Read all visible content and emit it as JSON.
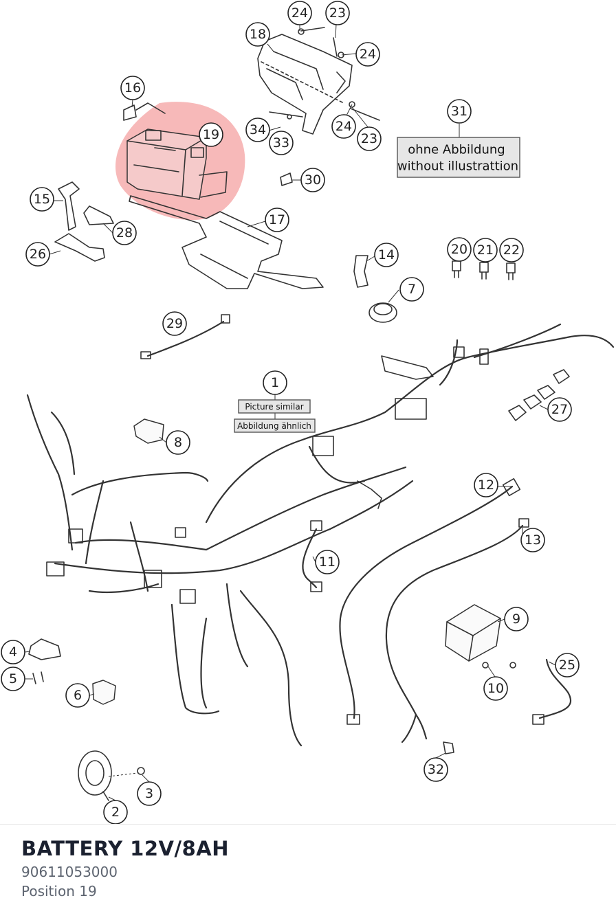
{
  "diagram": {
    "highlight_color": "#f08080",
    "callouts": [
      {
        "id": "c24a",
        "label": "24"
      },
      {
        "id": "c23a",
        "label": "23"
      },
      {
        "id": "c18",
        "label": "18"
      },
      {
        "id": "c24b",
        "label": "24"
      },
      {
        "id": "c16",
        "label": "16"
      },
      {
        "id": "c19",
        "label": "19"
      },
      {
        "id": "c34",
        "label": "34"
      },
      {
        "id": "c33",
        "label": "33"
      },
      {
        "id": "c24c",
        "label": "24"
      },
      {
        "id": "c23b",
        "label": "23"
      },
      {
        "id": "c31",
        "label": "31"
      },
      {
        "id": "c30",
        "label": "30"
      },
      {
        "id": "c15",
        "label": "15"
      },
      {
        "id": "c28",
        "label": "28"
      },
      {
        "id": "c17",
        "label": "17"
      },
      {
        "id": "c26",
        "label": "26"
      },
      {
        "id": "c14",
        "label": "14"
      },
      {
        "id": "c20",
        "label": "20"
      },
      {
        "id": "c21",
        "label": "21"
      },
      {
        "id": "c22",
        "label": "22"
      },
      {
        "id": "c7",
        "label": "7"
      },
      {
        "id": "c29",
        "label": "29"
      },
      {
        "id": "c1",
        "label": "1"
      },
      {
        "id": "c27",
        "label": "27"
      },
      {
        "id": "c8",
        "label": "8"
      },
      {
        "id": "c12",
        "label": "12"
      },
      {
        "id": "c13",
        "label": "13"
      },
      {
        "id": "c11",
        "label": "11"
      },
      {
        "id": "c9",
        "label": "9"
      },
      {
        "id": "c4",
        "label": "4"
      },
      {
        "id": "c5",
        "label": "5"
      },
      {
        "id": "c6",
        "label": "6"
      },
      {
        "id": "c25",
        "label": "25"
      },
      {
        "id": "c10",
        "label": "10"
      },
      {
        "id": "c32",
        "label": "32"
      },
      {
        "id": "c3",
        "label": "3"
      },
      {
        "id": "c2",
        "label": "2"
      }
    ],
    "note_31": {
      "line1": "ohne Abbildung",
      "line2": "without illustrattion"
    },
    "note_1": {
      "line1": "Picture similar",
      "line2": "Abbildung ähnlich"
    }
  },
  "selected_part": {
    "name": "BATTERY 12V/8AH",
    "part_number": "90611053000",
    "position": "Position 19"
  }
}
